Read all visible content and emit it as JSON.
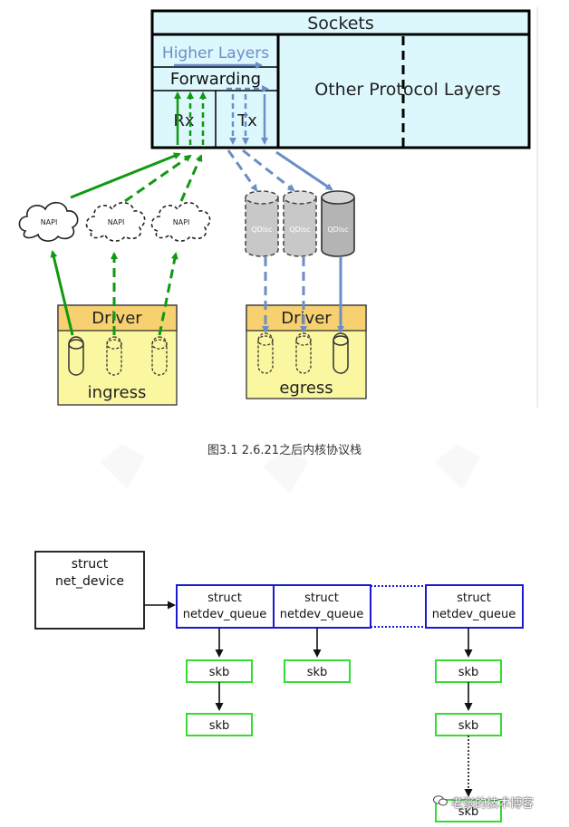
{
  "diagram1": {
    "sockets": "Sockets",
    "higher_layers": "Higher Layers",
    "forwarding": "Forwarding",
    "rx": "Rx",
    "tx": "Tx",
    "other_protocol_layers": "Other Protocol Layers",
    "napi": [
      "NAPI",
      "NAPI",
      "NAPI"
    ],
    "qdisc": [
      "QDisc",
      "QDisc",
      "QDisc"
    ],
    "driver_left": "Driver",
    "driver_right": "Driver",
    "ingress": "ingress",
    "egress": "egress"
  },
  "caption": "图3.1 2.6.21之后内核协议栈",
  "diagram2": {
    "net_device": [
      "struct",
      "net_device"
    ],
    "queues": [
      [
        "struct",
        "netdev_queue"
      ],
      [
        "struct",
        "netdev_queue"
      ],
      [
        "struct",
        "netdev_queue"
      ]
    ],
    "skb_label": "skb"
  },
  "watermark": "老张的技术博客",
  "colors": {
    "green": "#119911",
    "blue": "#6a8ec8",
    "sky": "#dcf8fc",
    "yellow": "#fbf7a0",
    "queue_blue": "#1a1ad0",
    "skb_green": "#33dd33"
  }
}
